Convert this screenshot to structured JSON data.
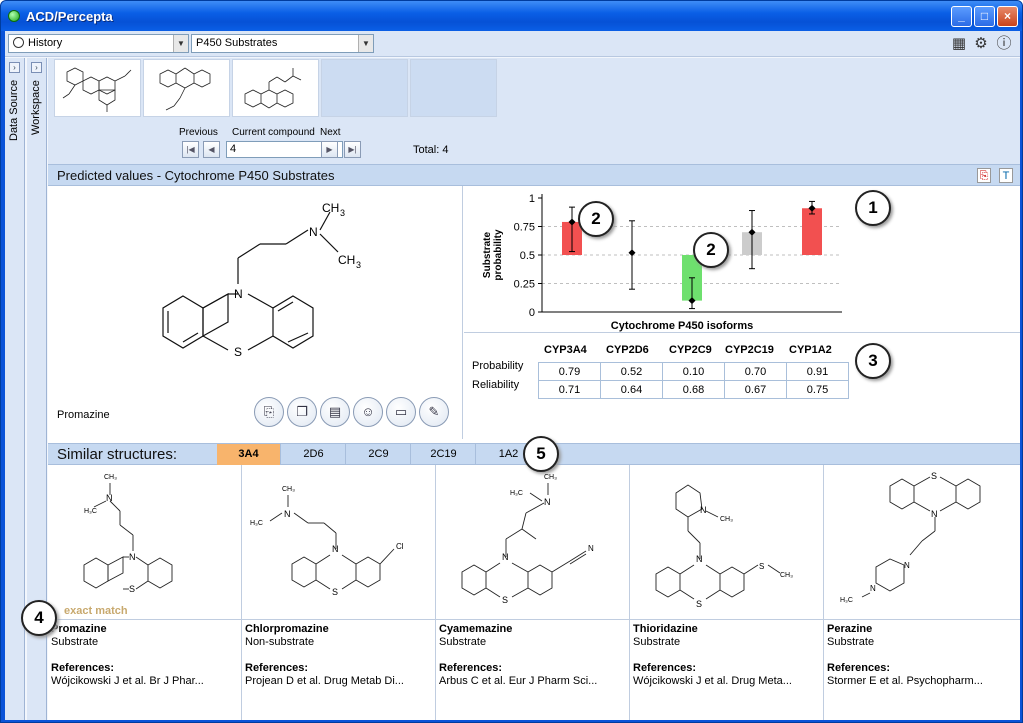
{
  "window": {
    "title": "ACD/Percepta",
    "minimize": "_",
    "maximize": "□",
    "close": "×"
  },
  "toolbar": {
    "history_combo": "History",
    "module_combo": "P450 Substrates",
    "calc_icon": "calculator-icon",
    "gear_icon": "gear-icon",
    "info_icon": "info-icon"
  },
  "sidebar": {
    "data_source": "Data Source",
    "workspace": "Workspace"
  },
  "navigation": {
    "previous_label": "Previous",
    "current_label": "Current compound",
    "next_label": "Next",
    "current_value": "4",
    "total": "Total: 4"
  },
  "predicted": {
    "header": "Predicted values - Cytochrome P450 Substrates",
    "compound_name": "Promazine",
    "pdf_icon": "pdf-icon",
    "copy_icon": "copy-text-icon"
  },
  "structure_atoms": {
    "n1": "N",
    "ch3a": "CH",
    "ch3b": "CH",
    "sub3": "3",
    "n2": "N",
    "s": "S"
  },
  "chart_data": {
    "type": "bar",
    "categories": [
      "CYP3A4",
      "CYP2D6",
      "CYP2C9",
      "CYP2C19",
      "CYP1A2"
    ],
    "series": [
      {
        "values": [
          0.79,
          0.52,
          0.1,
          0.7,
          0.91
        ],
        "colors": [
          "#f25050",
          null,
          "#6ee06e",
          "#cccccc",
          "#f25050"
        ]
      }
    ],
    "error_low": [
      0.53,
      0.2,
      0.03,
      0.38,
      0.86
    ],
    "error_high": [
      0.92,
      0.8,
      0.3,
      0.89,
      0.97
    ],
    "baseline": 0.5,
    "xlabel": "Cytochrome P450 isoforms",
    "ylabel": "Substrate probability",
    "ylim": [
      0,
      1
    ],
    "yticks": [
      "0",
      "0.25",
      "0.5",
      "0.75",
      "1"
    ]
  },
  "table": {
    "headers": [
      "CYP3A4",
      "CYP2D6",
      "CYP2C9",
      "CYP2C19",
      "CYP1A2"
    ],
    "row_labels": [
      "Probability",
      "Reliability"
    ],
    "probability": [
      "0.79",
      "0.52",
      "0.10",
      "0.70",
      "0.91"
    ],
    "reliability": [
      "0.71",
      "0.64",
      "0.68",
      "0.67",
      "0.75"
    ]
  },
  "callouts": {
    "c1": "1",
    "c2a": "2",
    "c2b": "2",
    "c3": "3",
    "c4": "4",
    "c5": "5"
  },
  "similar": {
    "header": "Similar structures:",
    "tabs": [
      "3A4",
      "2D6",
      "2C9",
      "2C19",
      "1A2"
    ],
    "exact_match": "exact match",
    "references_label": "References:",
    "items": [
      {
        "name": "Promazine",
        "class": "Substrate",
        "ref": "Wójcikowski J et al. Br J Phar..."
      },
      {
        "name": "Chlorpromazine",
        "class": "Non-substrate",
        "ref": "Projean D et al. Drug Metab Di..."
      },
      {
        "name": "Cyamemazine",
        "class": "Substrate",
        "ref": "Arbus C et al. Eur J Pharm Sci..."
      },
      {
        "name": "Thioridazine",
        "class": "Substrate",
        "ref": "Wójcikowski J et al. Drug Meta..."
      },
      {
        "name": "Perazine",
        "class": "Substrate",
        "ref": "Stormer E et al. Psychopharm..."
      }
    ]
  },
  "actions": [
    "paste-icon",
    "copy-structure-icon",
    "book-icon",
    "smiley-icon",
    "open-folder-icon",
    "pencil-icon"
  ]
}
